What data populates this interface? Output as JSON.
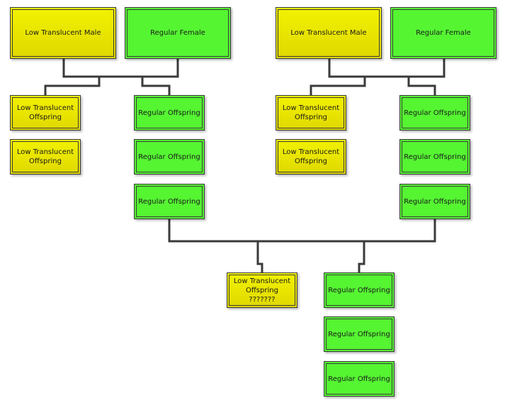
{
  "colors": {
    "low_translucent": "#e9e400",
    "regular": "#55f532",
    "connector": "#3a3a3a"
  },
  "nodes": {
    "l_parent_male": "Low Translucent Male",
    "l_parent_female": "Regular Female",
    "r_parent_male": "Low Translucent Male",
    "r_parent_female": "Regular Female",
    "l_low_1": "Low Translucent\nOffspring",
    "l_low_2": "Low Translucent\nOffspring",
    "l_reg_1": "Regular Offspring",
    "l_reg_2": "Regular Offspring",
    "l_reg_3": "Regular Offspring",
    "r_low_1": "Low Translucent\nOffspring",
    "r_low_2": "Low Translucent\nOffspring",
    "r_reg_1": "Regular Offspring",
    "r_reg_2": "Regular Offspring",
    "r_reg_3": "Regular Offspring",
    "b_low": "Low Translucent\nOffspring\n???????",
    "b_reg_1": "Regular Offspring",
    "b_reg_2": "Regular Offspring",
    "b_reg_3": "Regular Offspring"
  }
}
